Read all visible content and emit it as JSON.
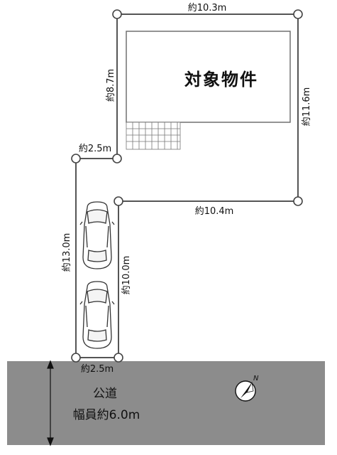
{
  "building_label": "対象物件",
  "dimensions": {
    "top": "約10.3m",
    "left_upper": "約8.7m",
    "right": "約11.6m",
    "jog_top": "約2.5m",
    "bottom_edge": "約10.4m",
    "driveway_left": "約13.0m",
    "driveway_right": "約10.0m",
    "frontage": "約2.5m"
  },
  "road": {
    "line1": "公道",
    "line2": "幅員約6.0m"
  },
  "compass": {
    "north_label": "N"
  },
  "colors": {
    "road": "#8c8c8c",
    "boundary": "#555555"
  }
}
